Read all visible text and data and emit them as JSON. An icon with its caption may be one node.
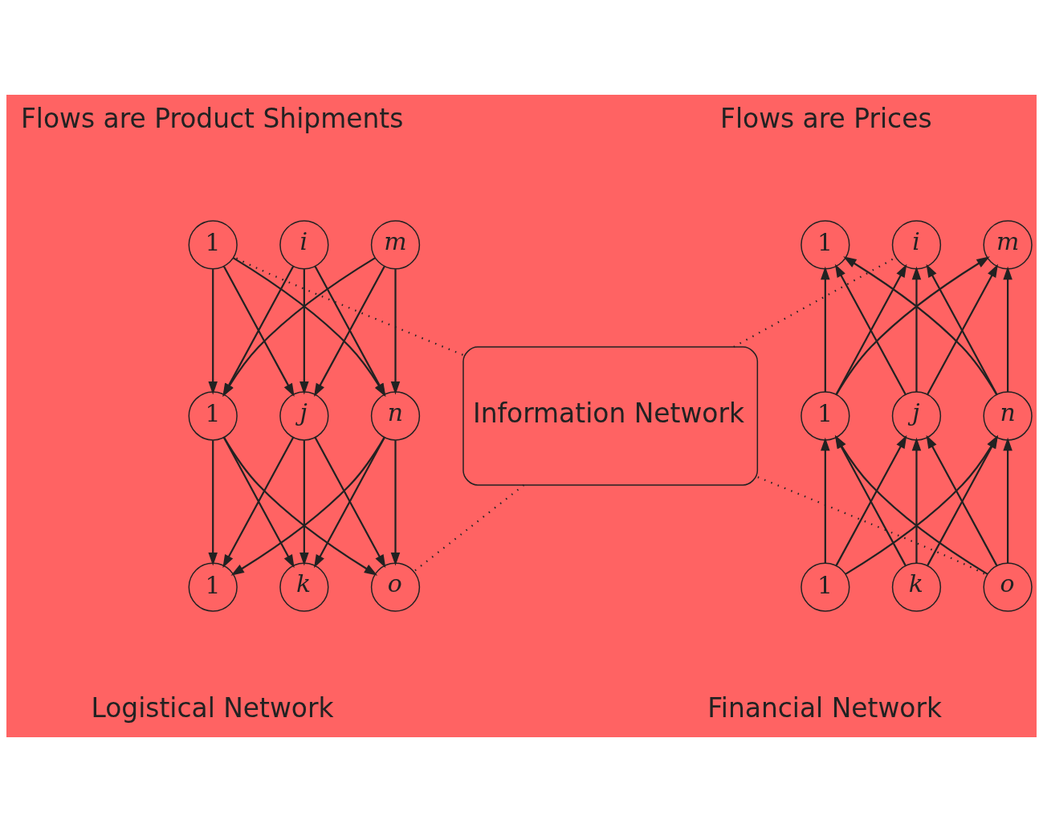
{
  "diagram": {
    "nodes": [
      {
        "text": [
          "1"
        ]
      },
      {
        "text": [
          "i"
        ]
      },
      {
        "text": [
          "m"
        ]
      },
      {
        "text": [
          "1"
        ]
      },
      {
        "text": [
          "j"
        ]
      },
      {
        "text": [
          "n"
        ]
      },
      {
        "text": [
          "1"
        ]
      },
      {
        "text": [
          "k"
        ]
      },
      {
        "text": [
          "o"
        ]
      },
      {
        "text": [
          "1"
        ]
      },
      {
        "text": [
          "i"
        ]
      },
      {
        "text": [
          "m"
        ]
      },
      {
        "text": [
          "1"
        ]
      },
      {
        "text": [
          "j"
        ]
      },
      {
        "text": [
          "n"
        ]
      },
      {
        "text": [
          "1"
        ]
      },
      {
        "text": [
          "k"
        ]
      },
      {
        "text": [
          "o"
        ]
      },
      {
        "text": [
          "Information Network"
        ]
      }
    ],
    "edges": [
      {
        "from": 0,
        "to": 3,
        "arrow": "to"
      },
      {
        "from": 0,
        "to": 4,
        "arrow": "to"
      },
      {
        "from": 0,
        "to": 5,
        "arrow": "to"
      },
      {
        "from": 1,
        "to": 3,
        "arrow": "to"
      },
      {
        "from": 1,
        "to": 4,
        "arrow": "to"
      },
      {
        "from": 1,
        "to": 5,
        "arrow": "to"
      },
      {
        "from": 2,
        "to": 3,
        "arrow": "to"
      },
      {
        "from": 2,
        "to": 4,
        "arrow": "to"
      },
      {
        "from": 2,
        "to": 5,
        "arrow": "to"
      },
      {
        "from": 3,
        "to": 6,
        "arrow": "to"
      },
      {
        "from": 3,
        "to": 7,
        "arrow": "to"
      },
      {
        "from": 3,
        "to": 8,
        "arrow": "to"
      },
      {
        "from": 4,
        "to": 6,
        "arrow": "to"
      },
      {
        "from": 4,
        "to": 7,
        "arrow": "to"
      },
      {
        "from": 4,
        "to": 8,
        "arrow": "to"
      },
      {
        "from": 5,
        "to": 6,
        "arrow": "to"
      },
      {
        "from": 5,
        "to": 7,
        "arrow": "to"
      },
      {
        "from": 5,
        "to": 8,
        "arrow": "to"
      },
      {
        "from": 15,
        "to": 12,
        "arrow": "to"
      },
      {
        "from": 15,
        "to": 13,
        "arrow": "to"
      },
      {
        "from": 15,
        "to": 14,
        "arrow": "to"
      },
      {
        "from": 16,
        "to": 12,
        "arrow": "to"
      },
      {
        "from": 16,
        "to": 13,
        "arrow": "to"
      },
      {
        "from": 16,
        "to": 14,
        "arrow": "to"
      },
      {
        "from": 17,
        "to": 12,
        "arrow": "to"
      },
      {
        "from": 17,
        "to": 13,
        "arrow": "to"
      },
      {
        "from": 17,
        "to": 14,
        "arrow": "to"
      },
      {
        "from": 12,
        "to": 9,
        "arrow": "to"
      },
      {
        "from": 12,
        "to": 10,
        "arrow": "to"
      },
      {
        "from": 12,
        "to": 11,
        "arrow": "to"
      },
      {
        "from": 13,
        "to": 9,
        "arrow": "to"
      },
      {
        "from": 13,
        "to": 10,
        "arrow": "to"
      },
      {
        "from": 13,
        "to": 11,
        "arrow": "to"
      },
      {
        "from": 14,
        "to": 9,
        "arrow": "to"
      },
      {
        "from": 14,
        "to": 10,
        "arrow": "to"
      },
      {
        "from": 14,
        "to": 11,
        "arrow": "to"
      },
      {
        "from": 18,
        "to": 0,
        "arrow": "none",
        "style": "dashed"
      },
      {
        "from": 18,
        "to": 8,
        "arrow": "none",
        "style": "dashed"
      },
      {
        "from": 18,
        "to": 10,
        "arrow": "none",
        "style": "dashed"
      },
      {
        "from": 18,
        "to": 17,
        "arrow": "none",
        "style": "dashed"
      }
    ],
    "labels": [
      "Flows are Prices",
      "Flows are Product Shipments",
      "Financial Network",
      "Logistical Network"
    ]
  }
}
